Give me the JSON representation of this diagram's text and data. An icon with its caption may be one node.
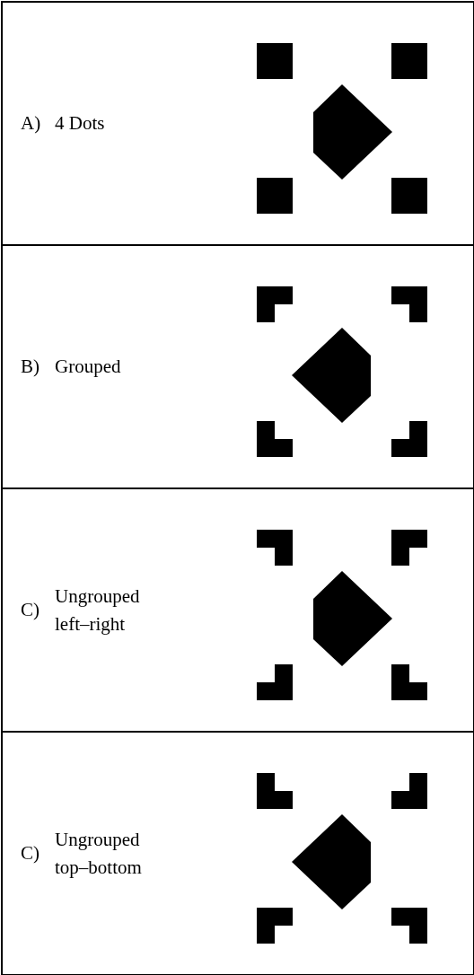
{
  "diagram": {
    "nodes": [
      {
        "text": [
          "A)",
          "4 Dots"
        ]
      },
      {
        "text": [
          "B)",
          "Grouped"
        ]
      },
      {
        "text": [
          "C)",
          "Ungrouped left–right"
        ]
      },
      {
        "text": [
          "C)",
          "Ungrouped top–bottom"
        ]
      }
    ]
  }
}
